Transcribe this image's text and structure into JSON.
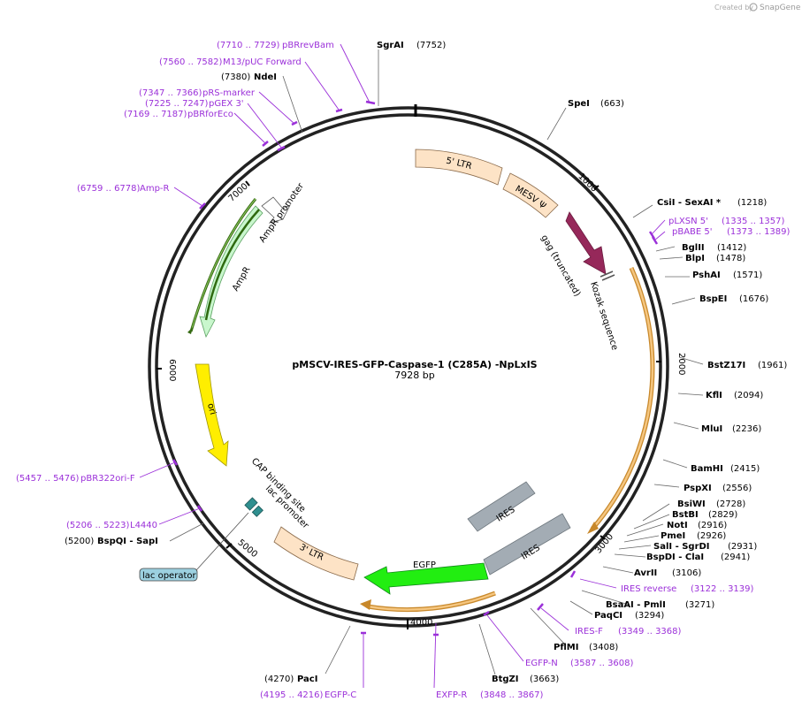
{
  "header": {
    "created_by": "Created by",
    "brand": "SnapGene"
  },
  "plasmid": {
    "name": "pMSCV-IRES-GFP-Caspase-1 (C285A) -NpLxIS",
    "length": "7928 bp",
    "total_bp": 7928
  },
  "ticks": [
    "1000",
    "2000",
    "3000",
    "4000",
    "5000",
    "6000",
    "7000"
  ],
  "sites": [
    {
      "label": "SgrAI",
      "pos": "(7752)"
    },
    {
      "label": "SpeI",
      "pos": "(663)"
    },
    {
      "label": "CsiI  - SexAI *",
      "pos": "(1218)"
    },
    {
      "label": "BglII",
      "pos": "(1412)"
    },
    {
      "label": "BlpI",
      "pos": "(1478)"
    },
    {
      "label": "PshAI",
      "pos": "(1571)"
    },
    {
      "label": "BspEI",
      "pos": "(1676)"
    },
    {
      "label": "BstZ17I",
      "pos": "(1961)"
    },
    {
      "label": "KflI",
      "pos": "(2094)"
    },
    {
      "label": "MluI",
      "pos": "(2236)"
    },
    {
      "label": "BamHI",
      "pos": "(2415)"
    },
    {
      "label": "PspXI",
      "pos": "(2556)"
    },
    {
      "label": "BsiWI",
      "pos": "(2728)"
    },
    {
      "label": "BstBI",
      "pos": "(2829)"
    },
    {
      "label": "NotI",
      "pos": "(2916)"
    },
    {
      "label": "PmeI",
      "pos": "(2926)"
    },
    {
      "label": "SalI  - SgrDI",
      "pos": "(2931)"
    },
    {
      "label": "BspDI  - ClaI",
      "pos": "(2941)"
    },
    {
      "label": "AvrII",
      "pos": "(3106)"
    },
    {
      "label": "BsaAI  - PmlI",
      "pos": "(3271)"
    },
    {
      "label": "PaqCI",
      "pos": "(3294)"
    },
    {
      "label": "PflMI",
      "pos": "(3408)"
    },
    {
      "label": "BtgZI",
      "pos": "(3663)"
    },
    {
      "label": "PacI",
      "pos": "(4270)"
    },
    {
      "label": "BspQI  - SapI",
      "pos": "(5200)"
    },
    {
      "label": "NdeI",
      "pos": "(7380)"
    }
  ],
  "primers": [
    {
      "label": "pBRrevBam",
      "pos": "(7710 .. 7729)"
    },
    {
      "label": "M13/pUC Forward",
      "pos": "(7560 .. 7582)"
    },
    {
      "label": "pRS-marker",
      "pos": "(7347 .. 7366)"
    },
    {
      "label": "pGEX 3'",
      "pos": "(7225 .. 7247)"
    },
    {
      "label": "pBRforEco",
      "pos": "(7169 .. 7187)"
    },
    {
      "label": "Amp-R",
      "pos": "(6759 .. 6778)"
    },
    {
      "label": "pLXSN 5'",
      "pos": "(1335 .. 1357)"
    },
    {
      "label": "pBABE 5'",
      "pos": "(1373 .. 1389)"
    },
    {
      "label": "IRES reverse",
      "pos": "(3122 .. 3139)"
    },
    {
      "label": "IRES-F",
      "pos": "(3349 .. 3368)"
    },
    {
      "label": "EGFP-N",
      "pos": "(3587 .. 3608)"
    },
    {
      "label": "EXFP-R",
      "pos": "(3848 .. 3867)"
    },
    {
      "label": "EGFP-C",
      "pos": "(4195 .. 4216)"
    },
    {
      "label": "pBR322ori-F",
      "pos": "(5457 .. 5476)"
    },
    {
      "label": "L4440",
      "pos": "(5206 .. 5223)"
    }
  ],
  "features": {
    "ltr5": "5' LTR",
    "mesv": "MESV Ψ",
    "gag": "gag (truncated)",
    "kozak": "Kozak sequence",
    "ires_inner": "IRES",
    "ires_outer": "IRES",
    "egfp": "EGFP",
    "ltr3": "3' LTR",
    "lac_promoter": "lac promoter",
    "cap_site": "CAP binding site",
    "lac_operator": "lac operator",
    "ori": "ori",
    "ampr": "AmpR",
    "ampr_promoter": "AmpR promoter"
  },
  "colors": {
    "primer": "#9b30d9",
    "ltr": "#fde3c6",
    "gag": "#96285a",
    "orf": "#f5a623",
    "ires": "#a3acb4",
    "egfp": "#22ee11",
    "ori": "#ffee00",
    "ampr": "#c9f7cd",
    "lac_operator": "#9cd0e0"
  }
}
